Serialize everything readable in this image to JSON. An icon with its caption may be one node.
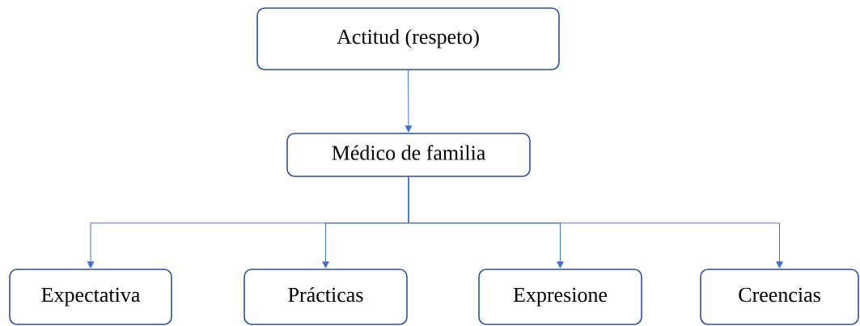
{
  "diagram": {
    "nodes": [
      {
        "text": [
          "Actitud (respeto)"
        ]
      },
      {
        "text": [
          "Médico de familia"
        ]
      },
      {
        "text": [
          "Expectativa"
        ]
      },
      {
        "text": [
          "Prácticas"
        ]
      },
      {
        "text": [
          "Expresione"
        ]
      },
      {
        "text": [
          "Creencias"
        ]
      }
    ],
    "edges": [
      {
        "from": 0,
        "to": 1,
        "arrow": "to"
      },
      {
        "from": 1,
        "to": 2,
        "arrow": "to"
      },
      {
        "from": 1,
        "to": 3,
        "arrow": "to"
      },
      {
        "from": 1,
        "to": 4,
        "arrow": "to"
      },
      {
        "from": 1,
        "to": 5,
        "arrow": "to"
      }
    ]
  }
}
